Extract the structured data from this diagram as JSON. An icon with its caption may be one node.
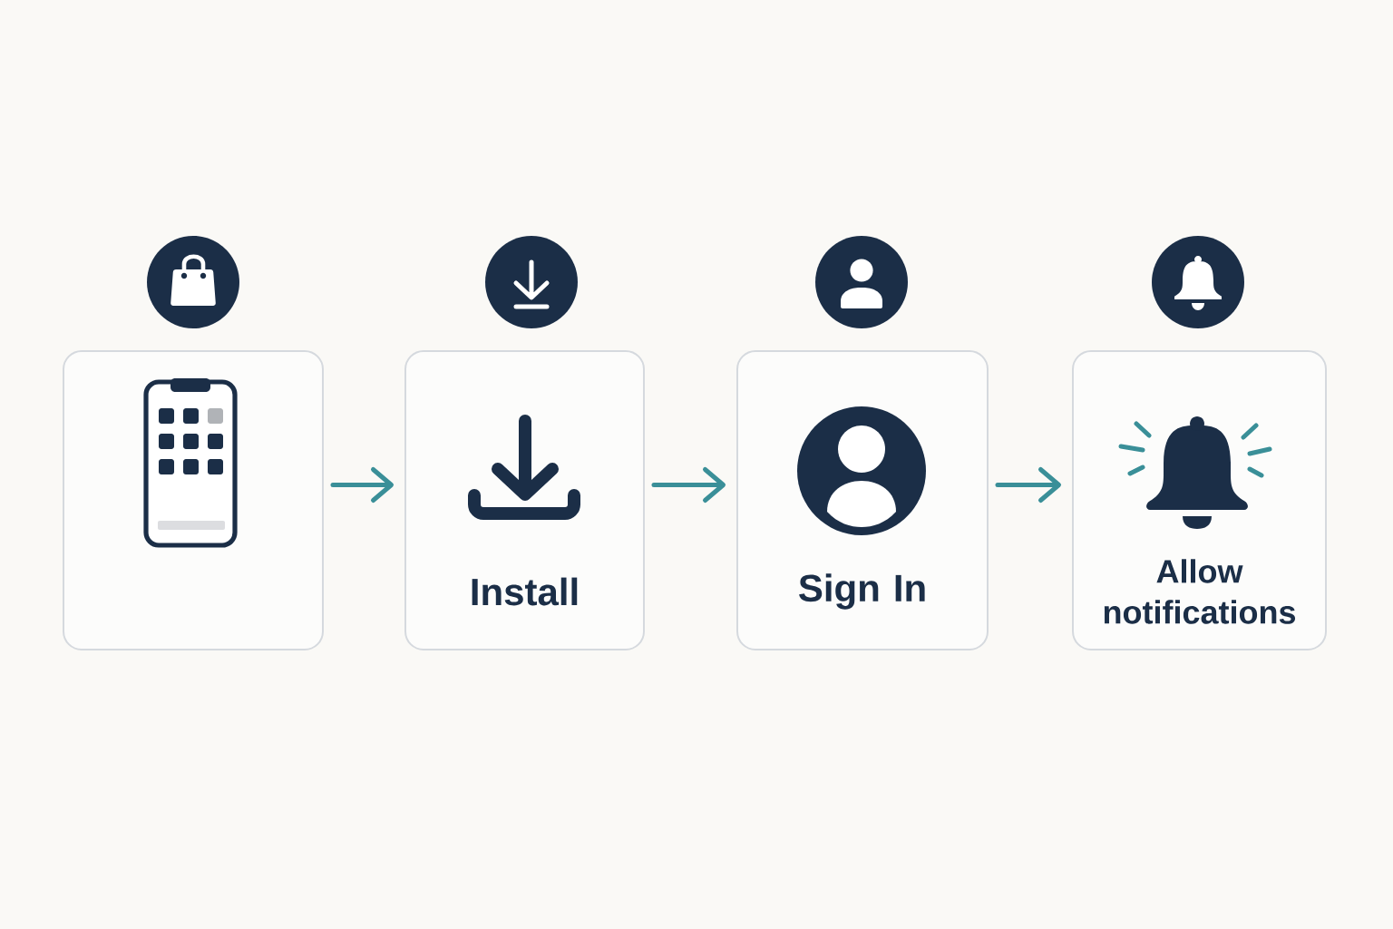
{
  "diagram": {
    "nodes": [
      {
        "text": [],
        "shape": "box"
      },
      {
        "text": [
          "Install"
        ]
      },
      {
        "text": [
          "Sign In"
        ]
      },
      {
        "text": [
          "Allow notifications"
        ]
      }
    ],
    "edges": [
      {
        "from": 0,
        "to": 1,
        "arrow": "to"
      },
      {
        "from": 1,
        "to": 2,
        "arrow": "to"
      },
      {
        "from": 2,
        "to": 3,
        "arrow": "to"
      }
    ]
  }
}
